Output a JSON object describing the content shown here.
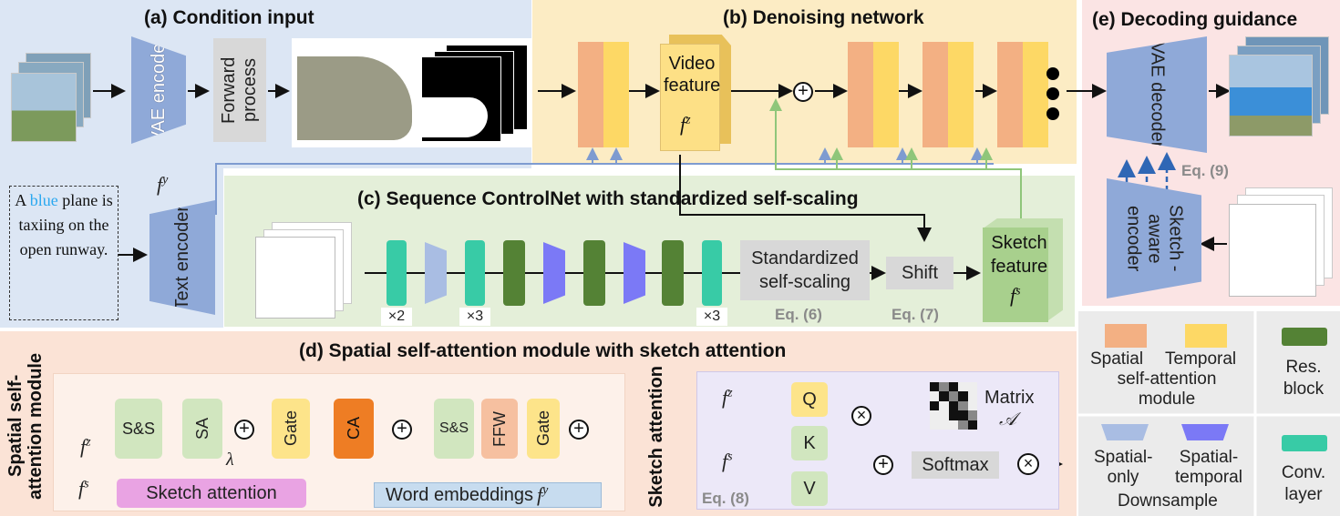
{
  "panels": {
    "a": {
      "title": "(a) Condition input",
      "vae_encoder": "VAE encoder",
      "forward_process": "Forward process",
      "text_prompt_parts": [
        "A ",
        "blue",
        " plane is taxiing on the open runway."
      ],
      "text_encoder": "Text encoder",
      "fy": "f",
      "fy_sup": "y"
    },
    "b": {
      "title": "(b) Denoising network",
      "video_feature": "Video feature",
      "fz": "f",
      "fz_sup": "z"
    },
    "c": {
      "title": "(c) Sequence ControlNet with standardized self-scaling",
      "times2": "×2",
      "times3a": "×3",
      "times3b": "×3",
      "std_scaling": "Standardized self-scaling",
      "eq6": "Eq. (6)",
      "shift": "Shift",
      "eq7": "Eq. (7)",
      "sketch_feature": "Sketch feature",
      "fs": "f",
      "fs_sup": "s"
    },
    "d": {
      "title": "(d) Spatial self-attention module with sketch attention",
      "side_label": "Spatial self-attention module",
      "ss1": "S&S",
      "sa": "SA",
      "gate1": "Gate",
      "ca": "CA",
      "ss2": "S&S",
      "ffw": "FFW",
      "gate2": "Gate",
      "lambda": "λ",
      "sketch_attention": "Sketch attention",
      "word_embeddings": "Word embeddings",
      "fz": "f",
      "fz_sup": "z",
      "fs": "f",
      "fs_sup": "s",
      "fy": "f",
      "fy_sup": "y"
    },
    "sketch_attn": {
      "side_label": "Sketch attention",
      "q": "Q",
      "k": "K",
      "v": "V",
      "matrix": "Matrix",
      "matrix_sym": "𝒜",
      "softmax": "Softmax",
      "eq8": "Eq. (8)",
      "fz": "f",
      "fz_sup": "z",
      "fs": "f",
      "fs_sup": "s"
    },
    "e": {
      "title": "(e) Decoding guidance",
      "vae_decoder": "VAE decoder",
      "sketch_encoder": "Sketch -aware encoder",
      "eq9": "Eq. (9)"
    }
  },
  "legend": {
    "spatial": "Spatial",
    "temporal": "Temporal",
    "self_attn_module": "self-attention module",
    "res_block": "Res. block",
    "spatial_only": "Spatial- only",
    "spatial_temporal": "Spatial- temporal",
    "downsample": "Downsample",
    "conv_layer": "Conv. layer"
  },
  "colors": {
    "panel_a": "#dce6f4",
    "panel_b": "#fcecc4",
    "panel_c": "#e4efd9",
    "panel_d": "#fbe3d6",
    "panel_e": "#fbe4e4",
    "legend_bg": "#ebebeb",
    "spatial": "#f3b083",
    "temporal": "#fdd865",
    "res_block": "#548235",
    "conv": "#38cba6",
    "spatial_only": "#a9bde3",
    "spatial_temporal": "#7b79f6",
    "vae": "#8fa9d8",
    "sketch_attention": "#e9a3e3",
    "ca": "#ee7d24",
    "gate": "#fde48a",
    "ss": "#d1e6bf",
    "ffw": "#f6c0a0",
    "gray_box": "#d8d8d8",
    "word_emb": "#c7dcef",
    "accent_blue": "#2aa8f0"
  }
}
